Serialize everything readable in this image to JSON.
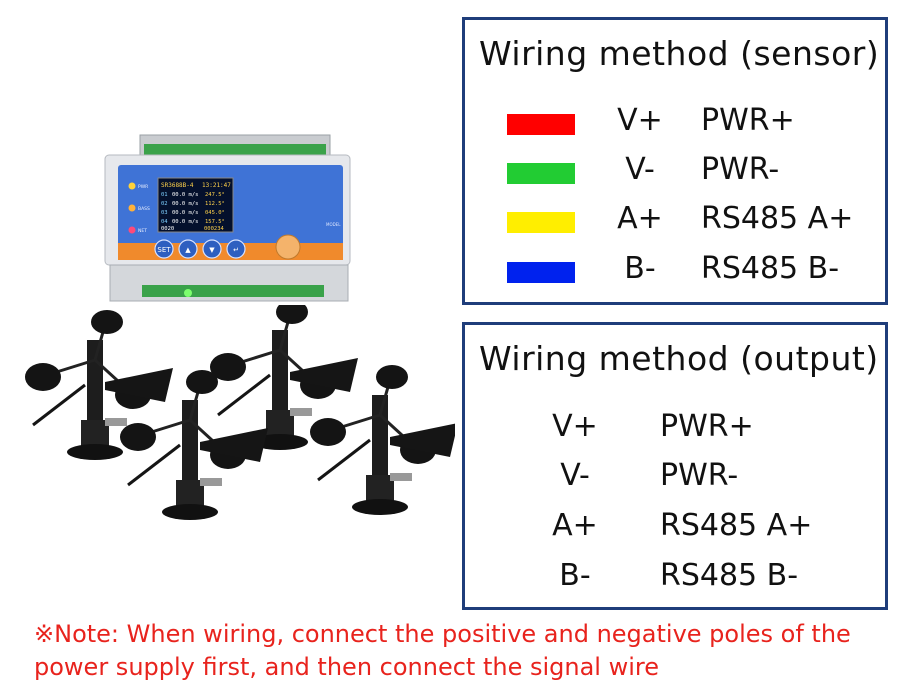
{
  "sensor_box": {
    "title": "Wiring method (sensor)",
    "rows": [
      {
        "signal": "V+",
        "wire": "PWR+",
        "color": "#ff0000"
      },
      {
        "signal": "V-",
        "wire": "PWR-",
        "color": "#22cc33"
      },
      {
        "signal": "A+",
        "wire": "RS485 A+",
        "color": "#ffee00"
      },
      {
        "signal": "B-",
        "wire": "RS485 B-",
        "color": "#0022ee"
      }
    ]
  },
  "output_box": {
    "title": "Wiring method (output)",
    "rows": [
      {
        "signal": "V+",
        "wire": "PWR+"
      },
      {
        "signal": "V-",
        "wire": "PWR-"
      },
      {
        "signal": "A+",
        "wire": "RS485 A+"
      },
      {
        "signal": "B-",
        "wire": "RS485 B-"
      }
    ]
  },
  "note": {
    "text": "※Note: When wiring, connect the positive and negative poles of the power supply first, and then connect the signal wire",
    "color": "#e8231d"
  },
  "device": {
    "model": "SR3688B-4",
    "time": "13:21:47",
    "readings": [
      {
        "channel": "01",
        "speed": "00.0",
        "unit": "m/s",
        "angle": "247.5°"
      },
      {
        "channel": "02",
        "speed": "00.0",
        "unit": "m/s",
        "angle": "112.5°"
      },
      {
        "channel": "03",
        "speed": "00.0",
        "unit": "m/s",
        "angle": "045.0°"
      },
      {
        "channel": "04",
        "speed": "00.0",
        "unit": "m/s",
        "angle": "157.5°"
      }
    ],
    "footer_left": "0020",
    "footer_right": "000234",
    "leds": [
      "PWR",
      "BASS",
      "NET"
    ],
    "buttons": [
      "SET",
      "▲",
      "▼",
      "↵"
    ],
    "badge": "MODEL"
  }
}
